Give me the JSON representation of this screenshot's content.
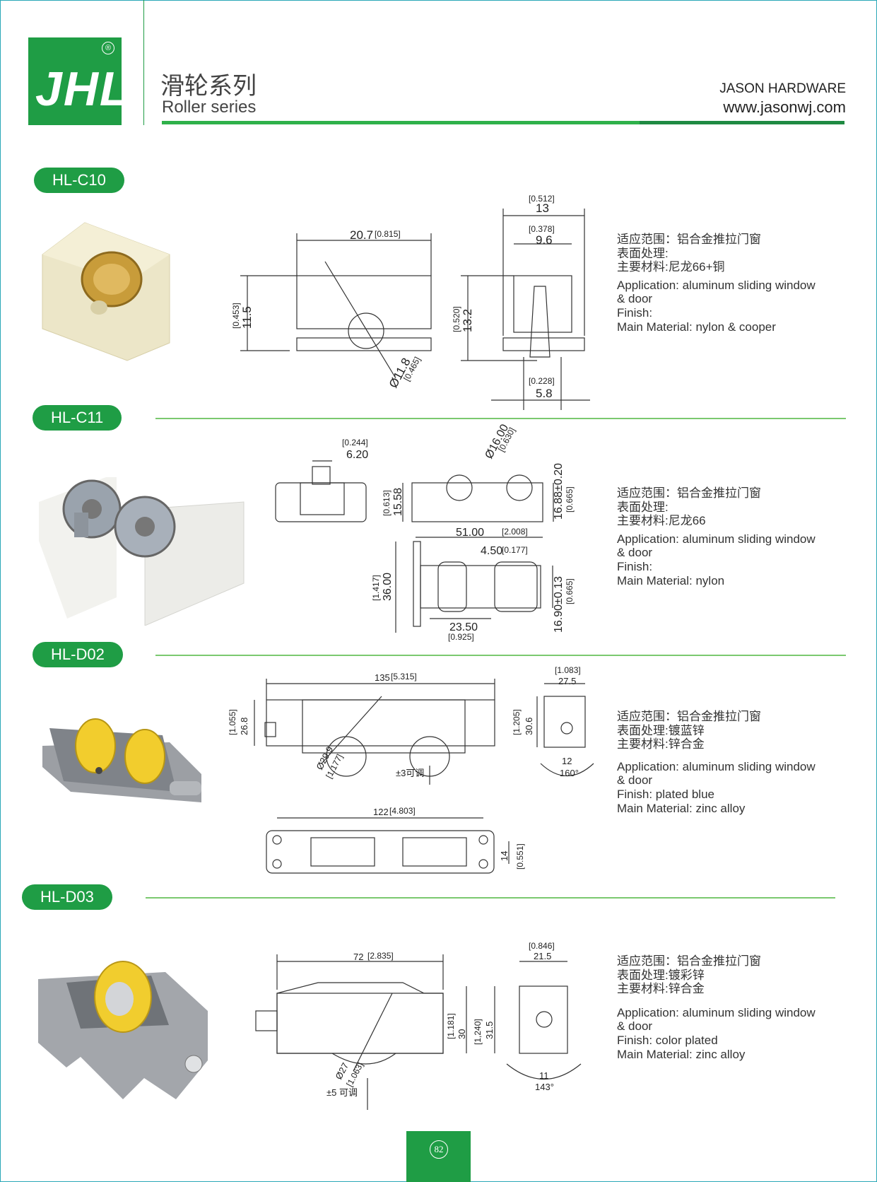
{
  "header": {
    "logo_text": "JHL",
    "logo_reg": "®",
    "title_cn": "滑轮系列",
    "title_en": "Roller series",
    "brand_name": "JASON HARDWARE",
    "brand_url": "www.jasonwj.com"
  },
  "products": [
    {
      "code": "HL-C10",
      "cn_lines": [
        "适应范围：铝合金推拉门窗",
        "表面处理:",
        "主要材料:尼龙66+铜"
      ],
      "en_lines": [
        "Application: aluminum sliding window",
        "&  door",
        "Finish:",
        "Main Material: nylon &  cooper"
      ],
      "dims": {
        "w": "20.7",
        "w_in": "[0.815]",
        "h": "11.5",
        "h_in": "[0.453]",
        "dia": "Ø11.8",
        "dia_in": "[0.465]",
        "w2": "13",
        "w2_in": "[0.512]",
        "w3": "9.6",
        "w3_in": "[0.378]",
        "h2": "13.2",
        "h2_in": "[0.520]",
        "b": "5.8",
        "b_in": "[0.228]"
      }
    },
    {
      "code": "HL-C11",
      "cn_lines": [
        "适应范围：铝合金推拉门窗",
        "表面处理:",
        "主要材料:尼龙66"
      ],
      "en_lines": [
        "Application: aluminum sliding window",
        "&  door",
        "Finish:",
        "Main Material: nylon"
      ],
      "dims": {
        "a": "6.20",
        "a_in": "[0.244]",
        "b": "15.58",
        "b_in": "[0.613]",
        "dia": "Ø16.00",
        "dia_in": "[0.630]",
        "c": "16.88±0.20",
        "c_in": "[0.665]",
        "d": "51.00",
        "d_in": "[2.008]",
        "e": "4.50",
        "e_in": "[0.177]",
        "f": "36.00",
        "f_in": "[1.417]",
        "g": "16.90±0.13",
        "g_in": "[0.665]",
        "h": "23.50",
        "h_in": "[0.925]"
      }
    },
    {
      "code": "HL-D02",
      "cn_lines": [
        "适应范围：铝合金推拉门窗",
        "表面处理:镀蓝锌",
        "主要材料:锌合金"
      ],
      "en_lines": [
        "Application: aluminum sliding window",
        "&  door",
        "Finish: plated blue",
        "Main Material: zinc alloy"
      ],
      "dims": {
        "w": "135",
        "w_in": "[5.315]",
        "h": "26.8",
        "h_in": "[1.055]",
        "dia": "Ø29.9",
        "dia_in": "[1.177]",
        "adj": "±3可调",
        "w2": "27.5",
        "w2_in": "[1.083]",
        "h2": "30.6",
        "h2_in": "[1.205]",
        "b": "12",
        "ang": "160°",
        "w3": "122",
        "w3_in": "[4.803]",
        "h3": "14",
        "h3_in": "[0.551]"
      }
    },
    {
      "code": "HL-D03",
      "cn_lines": [
        "适应范围：铝合金推拉门窗",
        "表面处理:镀彩锌",
        "主要材料:锌合金"
      ],
      "en_lines": [
        "Application: aluminum sliding window",
        "&  door",
        "Finish: color plated",
        "Main Material: zinc alloy"
      ],
      "dims": {
        "w": "72",
        "w_in": "[2.835]",
        "h": "30",
        "h_in": "[1.181]",
        "dia": "Ø27",
        "dia_in": "[1.063]",
        "adj": "±5 可调",
        "w2": "21.5",
        "w2_in": "[0.846]",
        "h2": "31.5",
        "h2_in": "[1,240]",
        "b": "11",
        "ang": "143°"
      }
    }
  ],
  "footer": {
    "page": "82"
  },
  "colors": {
    "green": "#1f9d45",
    "rule": "#7bc96f",
    "frame": "#2aa8b8"
  }
}
